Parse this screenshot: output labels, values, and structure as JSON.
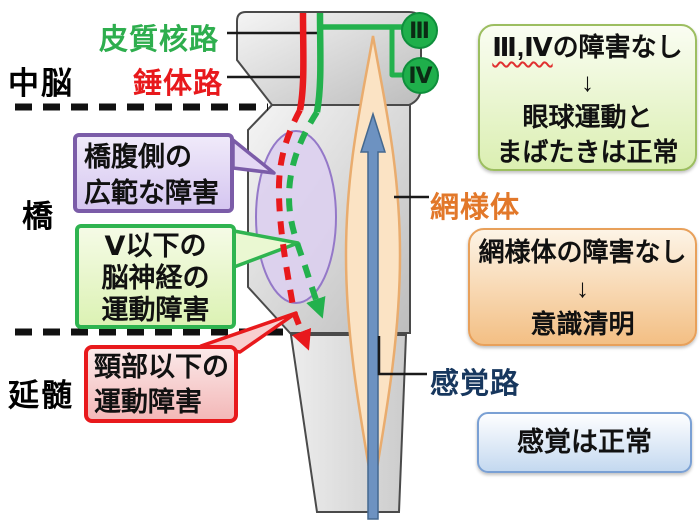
{
  "diagram": {
    "region_labels": {
      "midbrain": "中脳",
      "pons": "橋",
      "medulla": "延髄"
    },
    "tract_labels": {
      "corticonuclear": {
        "text": "皮質核路",
        "color": "#2EAE4E"
      },
      "pyramidal": {
        "text": "錘体路",
        "color": "#E8191C"
      },
      "reticular": {
        "text": "網様体",
        "color": "#E2782A"
      },
      "sensory": {
        "text": "感覚路",
        "color": "#17375E"
      }
    },
    "cranial_nerve_circles": {
      "iii": "Ⅲ",
      "iv": "Ⅳ",
      "fill_color": "#1FAF4B"
    },
    "callouts": {
      "pons_lesion": {
        "line1": "橋腹側の",
        "line2": "広範な障害",
        "border_color": "#7B5CA8"
      },
      "cranial_motor": {
        "line1": "Ⅴ以下の",
        "line2": "脳神経の",
        "line3": "運動障害",
        "border_color": "#2FB450"
      },
      "body_motor": {
        "line1": "頸部以下の",
        "line2": "運動障害",
        "border_color": "#E8191C"
      }
    }
  },
  "info_boxes": {
    "eye_movement": {
      "line1_highlight": "Ⅲ,Ⅳ",
      "line1_rest": "の障害なし",
      "arrow": "↓",
      "line2": "眼球運動と",
      "line3": "まばたきは正常",
      "border_color": "#9CBE60"
    },
    "consciousness": {
      "line1": "網様体の障害なし",
      "arrow": "↓",
      "line2": "意識清明",
      "border_color": "#E8A05A"
    },
    "sensation": {
      "line1": "感覚は正常",
      "border_color": "#7AA0D4"
    }
  }
}
